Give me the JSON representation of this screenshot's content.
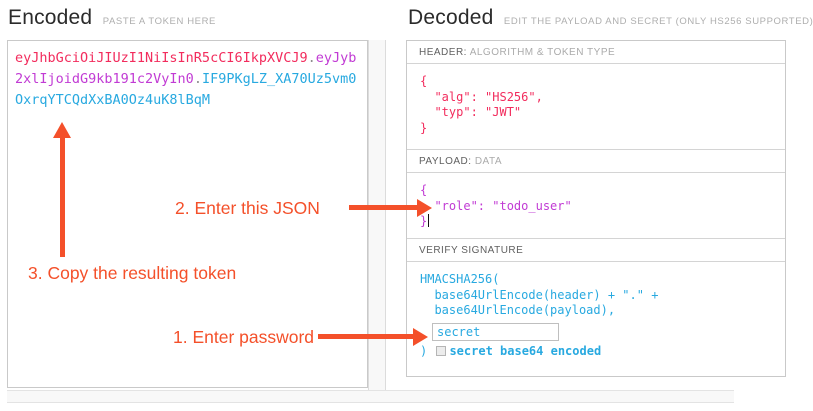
{
  "encoded": {
    "title": "Encoded",
    "subtitle": "PASTE A TOKEN HERE",
    "token": {
      "header_part": "eyJhbGciOiJIUzI1NiIsInR5cCI6IkpXVCJ9",
      "separator": ".",
      "payload_part": "eyJyb2xlIjoidG9kb191c2VyIn0",
      "signature_part": "IF9PKgLZ_XA70Uz5vm0OxrqYTCQdXxBA0Oz4uK8lBqM"
    }
  },
  "decoded": {
    "title": "Decoded",
    "subtitle": "EDIT THE PAYLOAD AND SECRET (ONLY HS256 SUPPORTED)",
    "header_section": {
      "label_strong": "HEADER:",
      "label_light": "ALGORITHM & TOKEN TYPE",
      "json_lines": {
        "0": "{",
        "1": "  \"alg\": \"HS256\",",
        "2": "  \"typ\": \"JWT\"",
        "3": "}"
      }
    },
    "payload_section": {
      "label_strong": "PAYLOAD:",
      "label_light": "DATA",
      "json_lines": {
        "0": "{",
        "1": "  \"role\": \"todo_user\"",
        "2": "}"
      }
    },
    "signature_section": {
      "label_strong": "VERIFY SIGNATURE",
      "code_line1": "HMACSHA256(",
      "code_line2": "  base64UrlEncode(header) + \".\" +",
      "code_line3": "  base64UrlEncode(payload),",
      "secret_value": "secret",
      "close_paren": ") ",
      "checkbox_label": "secret base64 encoded"
    }
  },
  "annotations": {
    "step1": "1. Enter password",
    "step2": "2. Enter this JSON",
    "step3": "3. Copy the resulting token"
  },
  "colors": {
    "token_header": "#f22c5d",
    "token_payload": "#c13bd4",
    "token_signature": "#28a9e0",
    "annotation_orange": "#f4502a"
  }
}
